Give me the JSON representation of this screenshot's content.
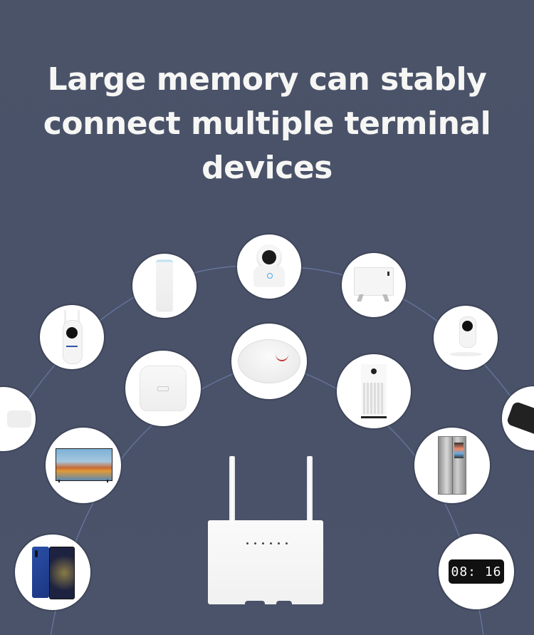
{
  "headline": {
    "lines": [
      "Large memory can stably",
      "connect multiple terminal",
      "devices"
    ]
  },
  "colors": {
    "background": "#4a5269",
    "text": "#f6f6f4",
    "arc_line": "#6a7ca8",
    "circle": "#ffffff"
  },
  "center_device": {
    "name": "4G router",
    "antennas": 2,
    "indicator_count": 6
  },
  "devices": [
    {
      "name": "smart-hub (partially visible)",
      "position": "left-edge"
    },
    {
      "name": "wifi extender camera",
      "position": "outer-left"
    },
    {
      "name": "smart speaker",
      "position": "outer-upper-left"
    },
    {
      "name": "dome security camera",
      "position": "outer-top"
    },
    {
      "name": "convector heater",
      "position": "outer-upper-right"
    },
    {
      "name": "home camera",
      "position": "outer-right"
    },
    {
      "name": "smart scale (partially visible)",
      "position": "right-edge"
    },
    {
      "name": "rice cooker",
      "position": "inner-left"
    },
    {
      "name": "robot vacuum",
      "position": "inner-top"
    },
    {
      "name": "air purifier",
      "position": "inner-right"
    },
    {
      "name": "television",
      "position": "lower-left"
    },
    {
      "name": "smart refrigerator",
      "position": "lower-right"
    },
    {
      "name": "smartphone",
      "position": "bottom-left"
    },
    {
      "name": "digital clock",
      "position": "bottom-right"
    }
  ],
  "clock": {
    "time": "08: 16"
  }
}
